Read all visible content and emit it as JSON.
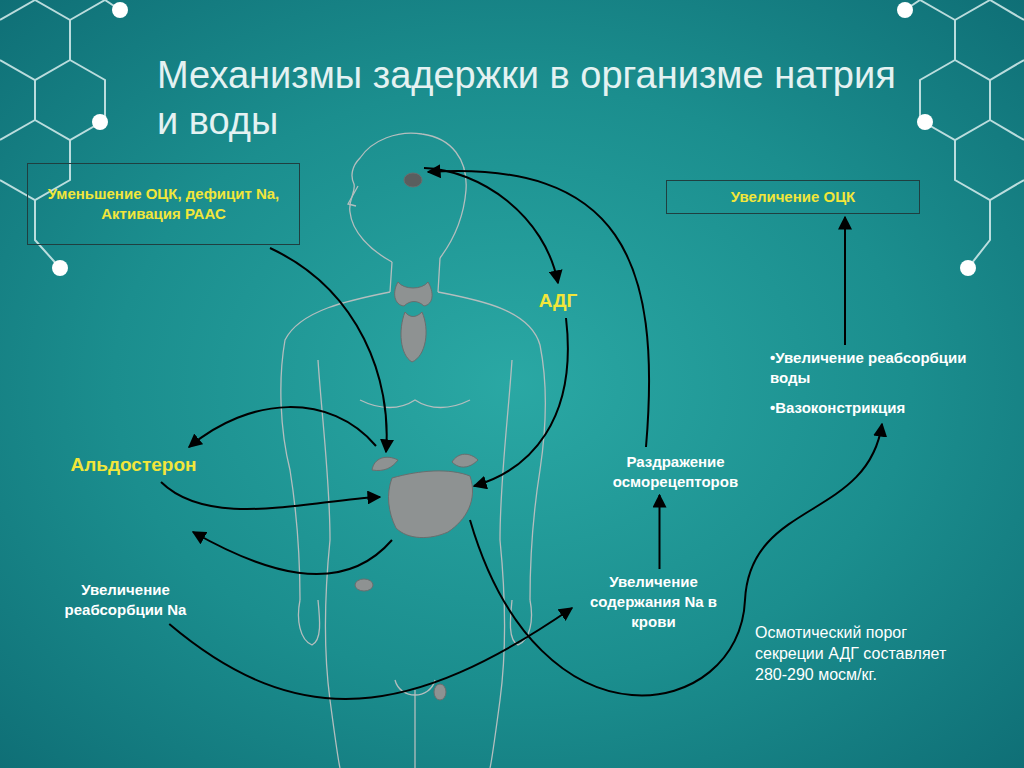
{
  "diagram": {
    "title": "Механизмы задержки в организме натрия и воды",
    "nodes": [
      {
        "text": [
          "Уменьшение ОЦК, дефицит Na, Активация РААС"
        ]
      },
      {
        "text": [
          "Увеличение ОЦК"
        ]
      },
      {
        "text": [
          "АДГ"
        ]
      },
      {
        "text": [
          "•Увеличение реабсорбции воды",
          "•Вазоконстрикция"
        ]
      },
      {
        "text": [
          "Альдостерон"
        ]
      },
      {
        "text": [
          "Раздражение осморецепторов"
        ]
      },
      {
        "text": [
          "Увеличение реабсорбции Na"
        ]
      },
      {
        "text": [
          "Увеличение содержания Na в крови"
        ]
      }
    ],
    "edges": [
      {
        "from": 6,
        "to": 7,
        "arrow": "to"
      },
      {
        "from": 7,
        "to": 5,
        "arrow": "to"
      },
      {
        "from": 3,
        "to": 1,
        "arrow": "to"
      }
    ],
    "labels": [
      "Осмотический порог секреции АДГ составляет 280-290 мосм/кг."
    ]
  }
}
